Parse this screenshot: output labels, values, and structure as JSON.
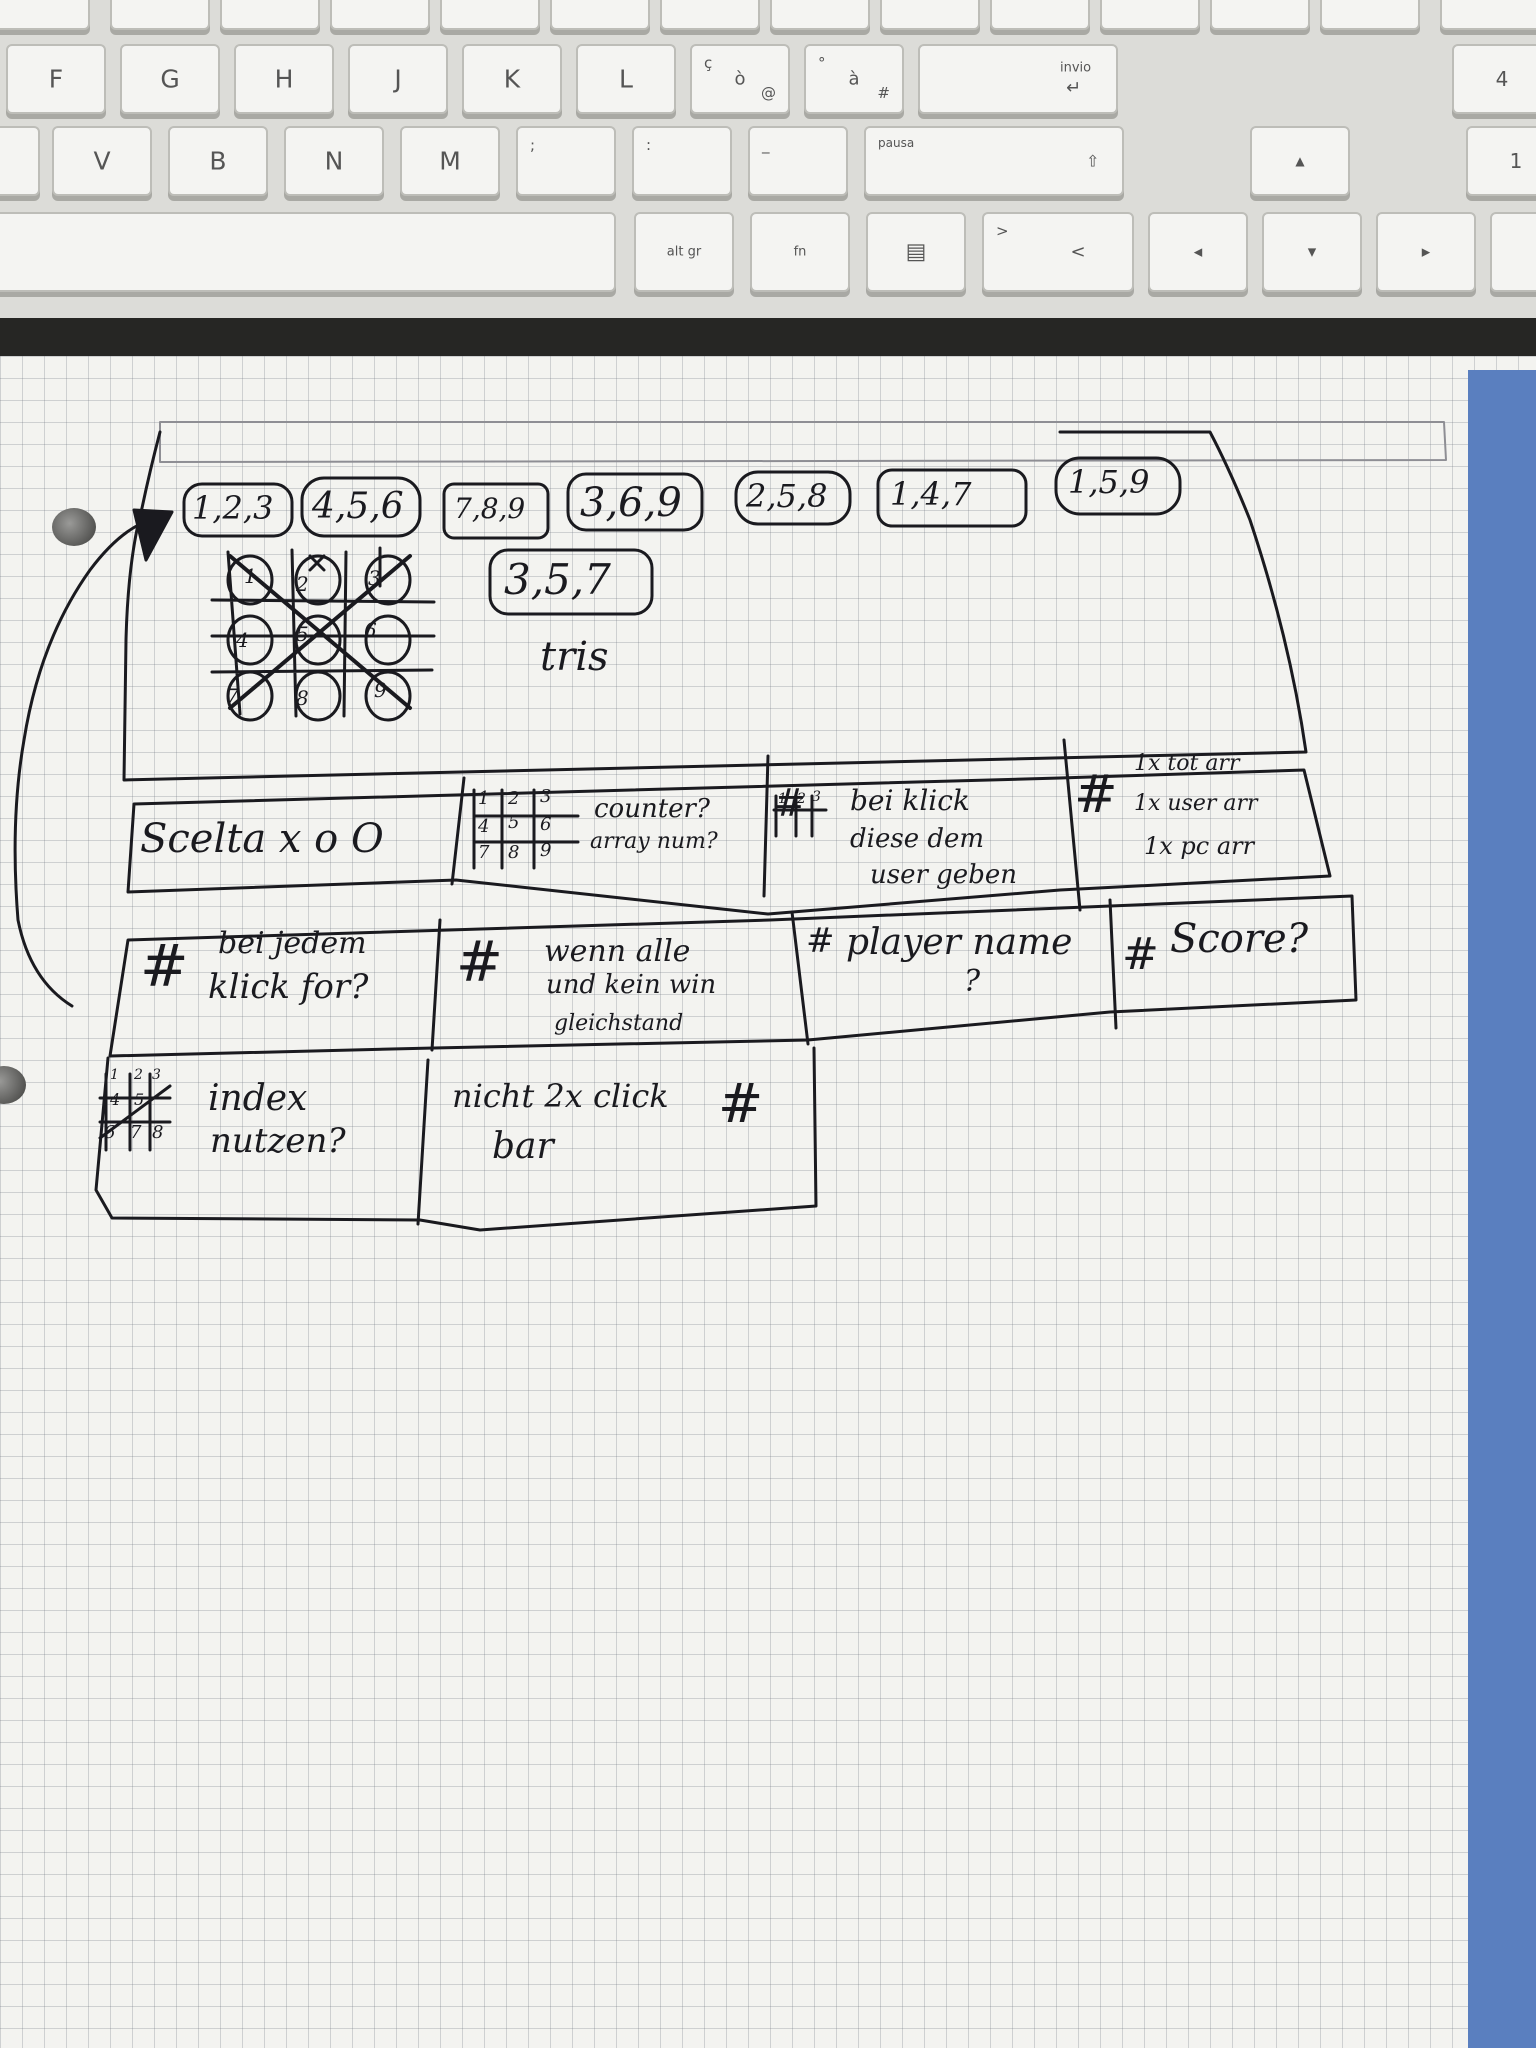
{
  "keyboard": {
    "row1": [
      "F",
      "G",
      "H",
      "J",
      "K",
      "L"
    ],
    "row1_extra": [
      {
        "top": "ç",
        "bottom": "ò",
        "alt": "@"
      },
      {
        "top": "°",
        "bottom": "à",
        "alt": "#"
      }
    ],
    "invio_label": "invio",
    "invio_arrow": "↵",
    "row2": [
      "V",
      "B",
      "N",
      "M"
    ],
    "row2_extra": [
      ";",
      ":",
      "_"
    ],
    "pausa_label": "pausa",
    "shift_arrow": "⇧",
    "alt_gr_label": "alt gr",
    "fn_label": "fn",
    "menu_icon": "▤",
    "angle_key": {
      "top": ">",
      "bottom": "<"
    },
    "arrow_up": "▲",
    "arrow_left": "◀",
    "arrow_down": "▼",
    "arrow_right": "▶",
    "numpad": [
      "4",
      "1"
    ]
  },
  "sketch": {
    "win_combos": [
      "1,2,3",
      "4,5,6",
      "7,8,9",
      "3,6,9",
      "2,5,8",
      "1,4,7",
      "1,5,9",
      "3,5,7"
    ],
    "title": "tris",
    "mini_grid": [
      "1",
      "2",
      "3",
      "4",
      "5",
      "6",
      "7",
      "8",
      "9"
    ],
    "cells": {
      "scelta": "Scelta x o O",
      "counter": [
        "counter?",
        "array num?"
      ],
      "klick": [
        "bei klick",
        "diese dem",
        "user geben"
      ],
      "arr": [
        "1x tot arr",
        "1x user arr",
        "1x pc arr"
      ],
      "for": [
        "bei jedem",
        "klick for?"
      ],
      "gleich": [
        "wenn alle",
        "und kein win",
        "gleichstand"
      ],
      "player": [
        "player name",
        "?"
      ],
      "score": "Score?",
      "index": [
        "index",
        "nutzen?"
      ],
      "nicht": [
        "nicht 2x click",
        "bar"
      ]
    },
    "hash": "#",
    "small_grid_a": [
      "1",
      "2",
      "3",
      "4",
      "5",
      "6",
      "7",
      "8",
      "9"
    ],
    "small_grid_b": [
      "1",
      "2",
      "3"
    ],
    "small_grid_c": [
      "1",
      "2",
      "3",
      "4",
      "5",
      "6",
      "7",
      "8"
    ]
  },
  "colors": {
    "ink": "#1a1a1f",
    "paper": "#f3f3f0",
    "grid_line": "#a8acb4",
    "blue_sheet": "#5a7fbf",
    "keyboard": "#f4f4f2"
  }
}
